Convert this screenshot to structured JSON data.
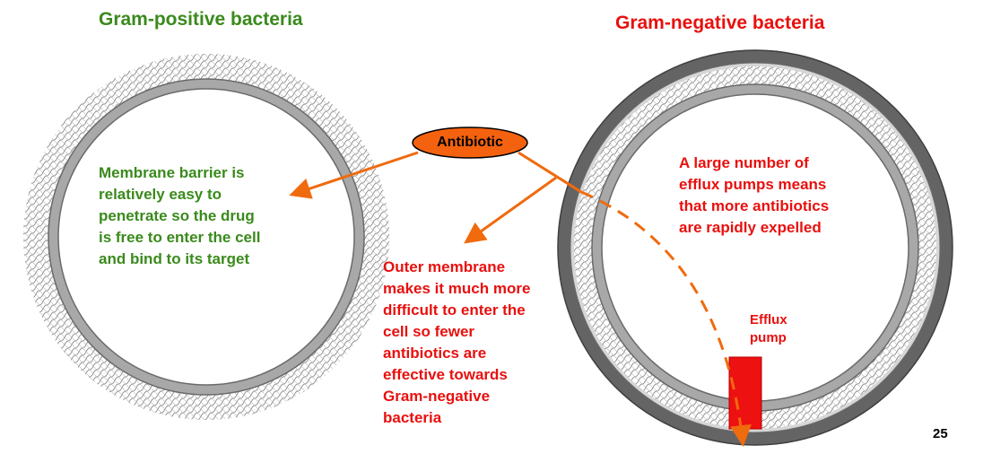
{
  "gram_positive": {
    "title": "Gram-positive bacteria",
    "note": "Membrane barrier is\nrelatively easy to\npenetrate so the drug\nis free to enter the cell\nand bind to its target"
  },
  "gram_negative": {
    "title": "Gram-negative bacteria",
    "outer_membrane_note": "Outer membrane\nmakes it much more\ndifficult to enter the\ncell so fewer\nantibiotics are\neffective towards\nGram-negative\nbacteria",
    "efflux_note": "A large number of\nefflux pumps means\nthat more antibiotics\nare rapidly expelled",
    "pump_label": "Efflux\npump"
  },
  "antibiotic": {
    "label": "Antibiotic"
  },
  "page_number": "25",
  "colors": {
    "green_text": "#3a8a1c",
    "red_text": "#e8100e",
    "arrow": "#f06a0e",
    "antibiotic_fill": "#f5620f",
    "pump_fill": "#ee1111",
    "outer_ring": "#646464",
    "membrane_ring": "#a8a8a8"
  }
}
